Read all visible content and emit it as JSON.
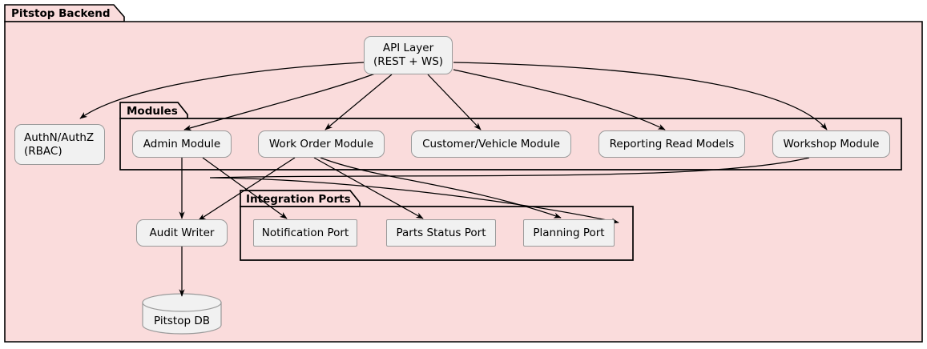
{
  "diagram": {
    "type": "component-architecture",
    "outer_package": {
      "name": "Pitstop Backend",
      "fill": "#FADCDC",
      "border": "#000000"
    },
    "packages": [
      {
        "id": "modules",
        "name": "Modules",
        "fill": "#FADCDC"
      },
      {
        "id": "integration_ports",
        "name": "Integration Ports",
        "fill": "#FADCDC"
      }
    ],
    "nodes": [
      {
        "id": "api_layer",
        "label": "API Layer\n(REST + WS)",
        "shape": "rounded-rect",
        "fill": "#F1F1F1"
      },
      {
        "id": "authn",
        "label": "AuthN/AuthZ\n(RBAC)",
        "shape": "rounded-rect",
        "fill": "#F1F1F1"
      },
      {
        "id": "admin_module",
        "label": "Admin Module",
        "shape": "rounded-rect",
        "fill": "#F1F1F1",
        "package": "modules"
      },
      {
        "id": "work_order_module",
        "label": "Work Order Module",
        "shape": "rounded-rect",
        "fill": "#F1F1F1",
        "package": "modules"
      },
      {
        "id": "customer_vehicle_module",
        "label": "Customer/Vehicle Module",
        "shape": "rounded-rect",
        "fill": "#F1F1F1",
        "package": "modules"
      },
      {
        "id": "reporting_read_models",
        "label": "Reporting Read Models",
        "shape": "rounded-rect",
        "fill": "#F1F1F1",
        "package": "modules"
      },
      {
        "id": "workshop_module",
        "label": "Workshop Module",
        "shape": "rounded-rect",
        "fill": "#F1F1F1",
        "package": "modules"
      },
      {
        "id": "audit_writer",
        "label": "Audit Writer",
        "shape": "rounded-rect",
        "fill": "#F1F1F1"
      },
      {
        "id": "notification_port",
        "label": "Notification Port",
        "shape": "rect",
        "fill": "#F1F1F1",
        "package": "integration_ports"
      },
      {
        "id": "parts_status_port",
        "label": "Parts Status Port",
        "shape": "rect",
        "fill": "#F1F1F1",
        "package": "integration_ports"
      },
      {
        "id": "planning_port",
        "label": "Planning Port",
        "shape": "rect",
        "fill": "#F1F1F1",
        "package": "integration_ports"
      },
      {
        "id": "pitstop_db",
        "label": "Pitstop DB",
        "shape": "database-cylinder",
        "fill": "#F1F1F1"
      }
    ],
    "edges": [
      {
        "from": "api_layer",
        "to": "authn"
      },
      {
        "from": "api_layer",
        "to": "admin_module"
      },
      {
        "from": "api_layer",
        "to": "work_order_module"
      },
      {
        "from": "api_layer",
        "to": "customer_vehicle_module"
      },
      {
        "from": "api_layer",
        "to": "reporting_read_models"
      },
      {
        "from": "api_layer",
        "to": "workshop_module"
      },
      {
        "from": "admin_module",
        "to": "audit_writer"
      },
      {
        "from": "admin_module",
        "to": "notification_port"
      },
      {
        "from": "work_order_module",
        "to": "audit_writer"
      },
      {
        "from": "work_order_module",
        "to": "parts_status_port"
      },
      {
        "from": "work_order_module",
        "to": "planning_port"
      },
      {
        "from": "workshop_module",
        "to": "planning_port"
      },
      {
        "from": "audit_writer",
        "to": "pitstop_db"
      }
    ]
  }
}
